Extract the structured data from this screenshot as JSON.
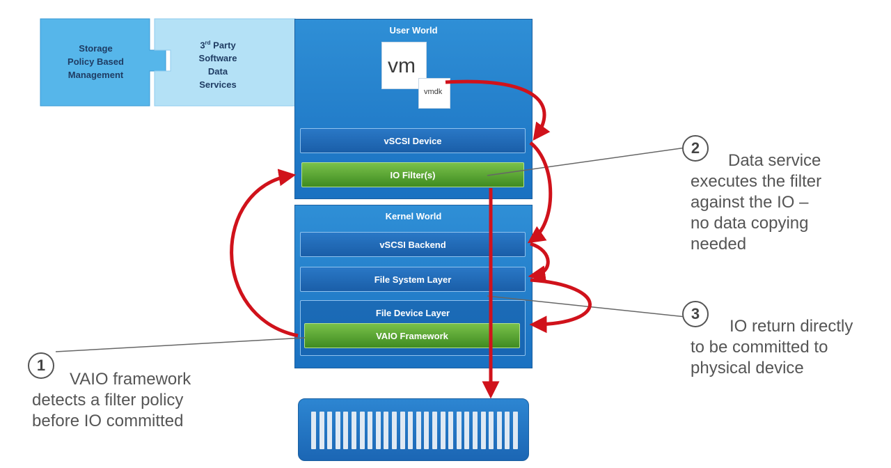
{
  "puzzle": {
    "spbm": "Storage\nPolicy Based\nManagement",
    "third_party": "3rd Party\nSoftware\nData\nServices"
  },
  "user_world": {
    "title": "User World",
    "vm_label": "vm",
    "vmdk_label": "vmdk",
    "vscsi_device": "vSCSI Device",
    "io_filters": "IO Filter(s)"
  },
  "kernel_world": {
    "title": "Kernel World",
    "vscsi_backend": "vSCSI Backend",
    "file_system_layer": "File System Layer",
    "file_device_layer": "File Device Layer",
    "vaio_framework": "VAIO Framework"
  },
  "annotations": [
    {
      "number": "1",
      "text": "VAIO framework\ndetects a filter policy\nbefore IO committed"
    },
    {
      "number": "2",
      "text": "Data service\nexecutes the filter\nagainst the IO –\nno data copying\nneeded"
    },
    {
      "number": "3",
      "text": "IO return directly\nto be committed to\nphysical device"
    }
  ],
  "colors": {
    "arrow_red": "#d0121b",
    "panel_blue": "#2280cc",
    "filter_green": "#4f9c2a",
    "puzzle_light": "#54b7ea"
  }
}
